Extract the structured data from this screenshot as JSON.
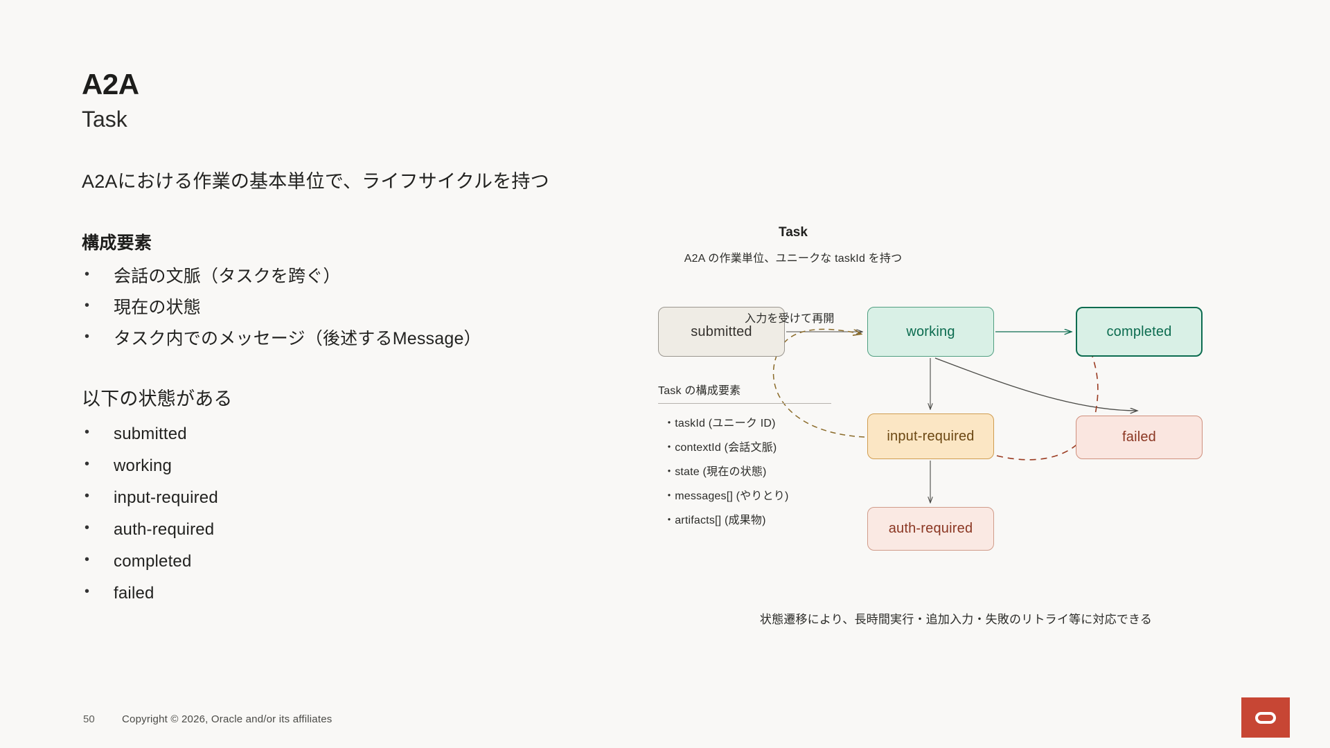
{
  "slide": {
    "title": "A2A",
    "subtitle": "Task",
    "lead": "A2Aにおける作業の基本単位で、ライフサイクルを持つ",
    "background_color": "#f9f8f6"
  },
  "components_section": {
    "heading": "構成要素",
    "items": [
      "会話の文脈（タスクを跨ぐ）",
      "現在の状態",
      "タスク内でのメッセージ（後述するMessage）"
    ]
  },
  "states_section": {
    "heading": "以下の状態がある",
    "items": [
      "submitted",
      "working",
      "input-required",
      "auth-required",
      "completed",
      "failed"
    ]
  },
  "diagram": {
    "title": "Task",
    "subtitle": "A2A の作業単位、ユニークな taskId を持つ",
    "caption": "状態遷移により、長時間実行・追加入力・失敗のリトライ等に対応できる",
    "edge_label": "入力を受けて再開",
    "nodes": [
      {
        "id": "submitted",
        "label": "submitted",
        "fill": "#efece5",
        "stroke": "#9a968f",
        "text": "#33302c"
      },
      {
        "id": "working",
        "label": "working",
        "fill": "#d9f0e6",
        "stroke": "#4f9e80",
        "text": "#0b6b4f"
      },
      {
        "id": "completed",
        "label": "completed",
        "fill": "#d9f0e6",
        "stroke": "#0b6b4f",
        "text": "#0b6b4f"
      },
      {
        "id": "input-required",
        "label": "input-required",
        "fill": "#fbe6c4",
        "stroke": "#cf9c4f",
        "text": "#6b4712"
      },
      {
        "id": "failed",
        "label": "failed",
        "fill": "#fae6e0",
        "stroke": "#cf8f7c",
        "text": "#8a3622"
      },
      {
        "id": "auth-required",
        "label": "auth-required",
        "fill": "#fae9e3",
        "stroke": "#d09b89",
        "text": "#8a3622"
      }
    ],
    "edges": [
      {
        "from": "submitted",
        "to": "working",
        "style": "solid",
        "color": "#4a4a46"
      },
      {
        "from": "working",
        "to": "completed",
        "style": "solid",
        "color": "#0b6b4f"
      },
      {
        "from": "working",
        "to": "input-required",
        "style": "solid",
        "color": "#4a4a46"
      },
      {
        "from": "working",
        "to": "failed",
        "style": "solid",
        "color": "#4a4a46"
      },
      {
        "from": "input-required",
        "to": "auth-required",
        "style": "solid",
        "color": "#4a4a46"
      },
      {
        "from": "input-required",
        "to": "working",
        "style": "dashed",
        "color": "#8a6a28",
        "label": "入力を受けて再開"
      },
      {
        "from": "failed",
        "to": "completed",
        "style": "dashed",
        "color": "#9a3a20"
      }
    ],
    "components_panel": {
      "title": "Task の構成要素",
      "items": [
        "・taskId (ユニーク ID)",
        "・contextId (会話文脈)",
        "・state (現在の状態)",
        "・messages[] (やりとり)",
        "・artifacts[] (成果物)"
      ]
    }
  },
  "footer": {
    "page_number": "50",
    "copyright": "Copyright © 2026, Oracle and/or its affiliates",
    "logo_color": "#c74634",
    "logo_name": "oracle-logo"
  }
}
